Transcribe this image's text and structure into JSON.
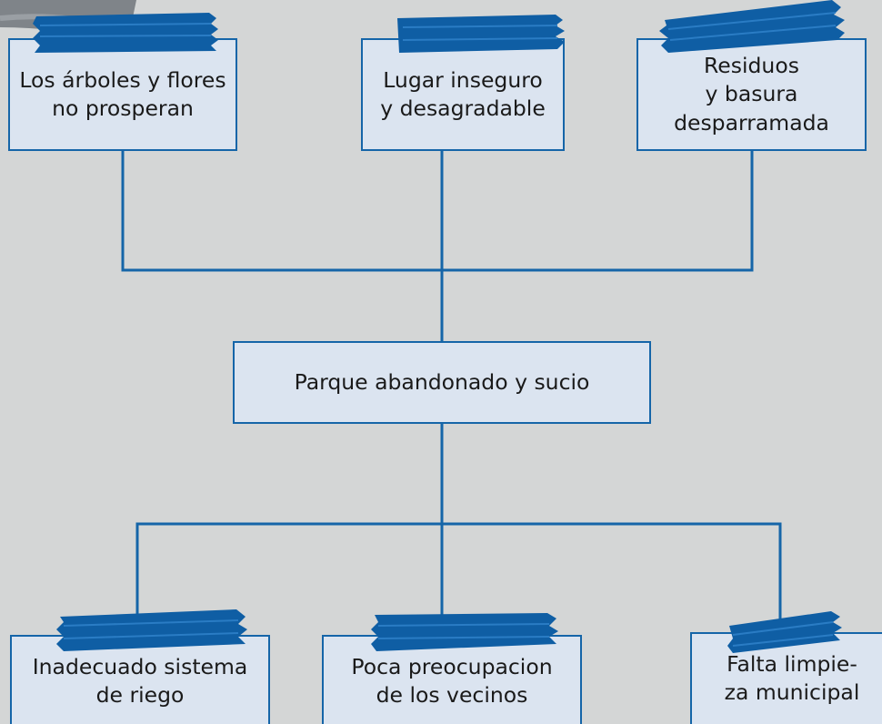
{
  "colors": {
    "background": "#d4d6d6",
    "box_fill": "#dbe4f0",
    "border": "#1565a8",
    "tape": "#0f5ea4",
    "tape_stripe": "#2a7cc4",
    "page_corner": "#7f8489"
  },
  "effects": [
    {
      "label": "Los árboles y flores\nno prosperan"
    },
    {
      "label": "Lugar inseguro\ny desagradable"
    },
    {
      "label": "Residuos\ny basura\ndesparramada"
    }
  ],
  "problem": {
    "label": "Parque abandonado y sucio"
  },
  "causes": [
    {
      "label": "Inadecuado sistema\nde riego"
    },
    {
      "label": "Poca preocupacion\nde los vecinos"
    },
    {
      "label": "Falta limpie-\nza municipal"
    }
  ]
}
